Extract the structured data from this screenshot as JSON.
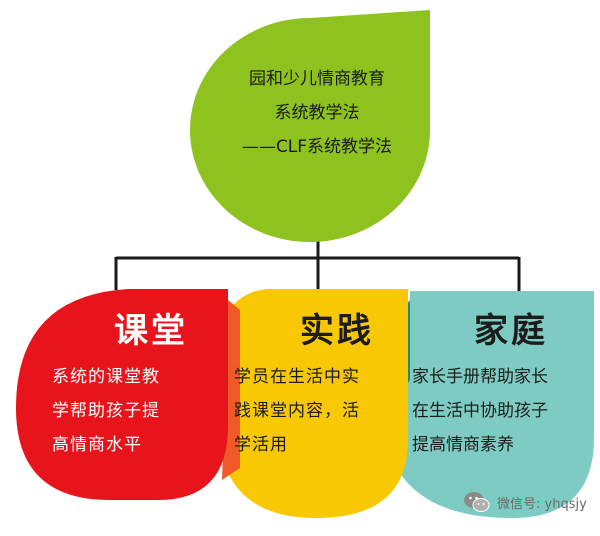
{
  "root": {
    "lines": [
      "园和少儿情商教育",
      "系统教学法",
      "——CLF系统教学法"
    ],
    "color": "#8dc21f"
  },
  "cards": [
    {
      "title": "课堂",
      "body": [
        "系统的课堂教",
        "学帮助孩子提",
        "高情商水平"
      ],
      "color": "#e8141b",
      "accent": "#f05a28"
    },
    {
      "title": "实践",
      "body": [
        "学员在生活中实",
        "践课堂内容，活",
        "学活用"
      ],
      "color": "#f9c804",
      "accent": "#f29600"
    },
    {
      "title": "家庭",
      "body": [
        "家长手册帮助家长",
        "在生活中协助孩子",
        "提高情商素养"
      ],
      "color": "#7ecbc3",
      "accent": "#1e8a85"
    }
  ],
  "watermark": {
    "text": "微信号: yhqsjy"
  },
  "colors": {
    "connector": "#1a1a1a"
  }
}
